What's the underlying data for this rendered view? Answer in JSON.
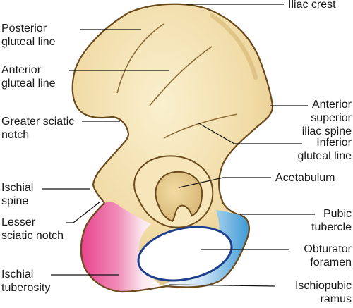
{
  "labels": {
    "iliac_crest": "Iliac crest",
    "posterior_gluteal_line": "Posterior\ngluteal line",
    "anterior_gluteal_line": "Anterior\ngluteal line",
    "anterior_superior_iliac_spine": "Anterior\nsuperior\niliac spine",
    "greater_sciatic_notch": "Greater sciatic\nnotch",
    "inferior_gluteal_line": "Inferior\ngluteal line",
    "acetabulum": "Acetabulum",
    "ischial_spine": "Ischial\nspine",
    "pubic_tubercle": "Pubic\ntubercle",
    "lesser_sciatic_notch": "Lesser\nsciatic notch",
    "obturator_foramen": "Obturator\nforamen",
    "ischial_tuberosity": "Ischial\ntuberosity",
    "ischiopubic_ramus": "Ischiopubic\nramus"
  },
  "colors": {
    "bone_fill": "#f3dfae",
    "bone_shadow": "#d9b977",
    "outline": "#6b4a1c",
    "ischium_pink": "#e8488f",
    "pubis_blue": "#4aa3d8",
    "foramen_rim": "#1e3f8c",
    "leader_line": "#111111"
  }
}
